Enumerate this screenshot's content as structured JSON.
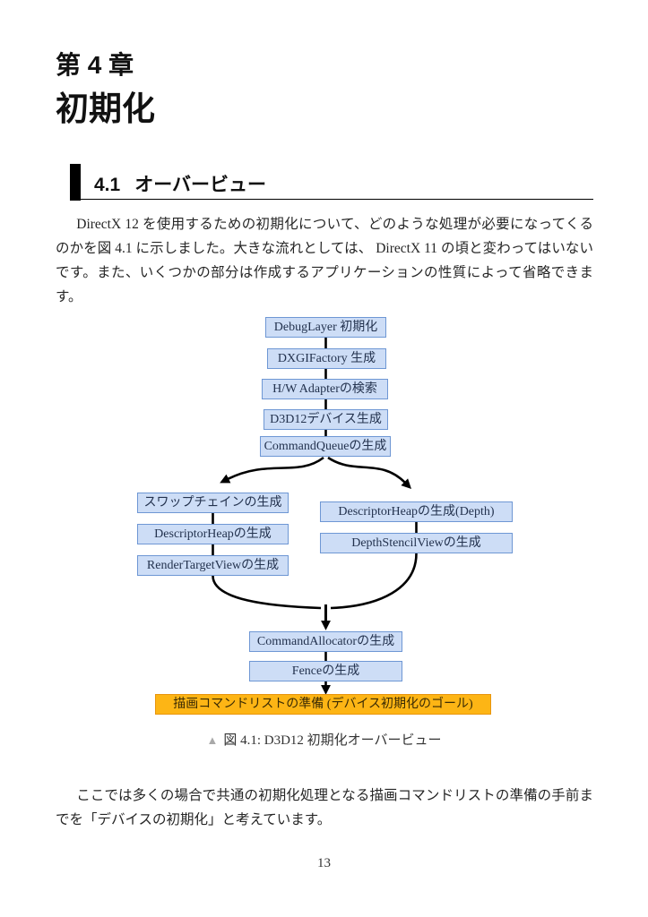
{
  "page": {
    "chapter_label": "第 4 章",
    "chapter_title": "初期化",
    "section": {
      "number": "4.1",
      "title": "オーバービュー"
    },
    "paragraphs": {
      "intro": "DirectX 12 を使用するための初期化について、どのような処理が必要になってくるのかを図 4.1 に示しました。大きな流れとしては、 DirectX 11 の頃と変わってはいないです。また、いくつかの部分は作成するアプリケーションの性質によって省略できます。",
      "outro": "ここでは多くの場合で共通の初期化処理となる描画コマンドリストの準備の手前までを「デバイスの初期化」と考えています。"
    },
    "figure_caption": {
      "marker": "▲",
      "text": "図 4.1: D3D12 初期化オーバービュー"
    },
    "page_number": "13"
  },
  "flowchart": {
    "main_chain": [
      "DebugLayer 初期化",
      "DXGIFactory 生成",
      "H/W Adapterの検索",
      "D3D12デバイス生成",
      "CommandQueueの生成"
    ],
    "left_branch": [
      "スワップチェインの生成",
      "DescriptorHeapの生成",
      "RenderTargetViewの生成"
    ],
    "right_branch": [
      "DescriptorHeapの生成(Depth)",
      "DepthStencilViewの生成"
    ],
    "merge_chain": [
      "CommandAllocatorの生成",
      "Fenceの生成"
    ],
    "goal_label": "描画コマンドリストの準備 (デバイス初期化のゴール)",
    "colors": {
      "node_fill": "#cdddf6",
      "node_border": "#6e97d4",
      "node_text": "#23324e",
      "goal_fill": "#fdb515",
      "goal_border": "#e8950e",
      "goal_text": "#3a2b04",
      "connector": "#000000"
    }
  }
}
